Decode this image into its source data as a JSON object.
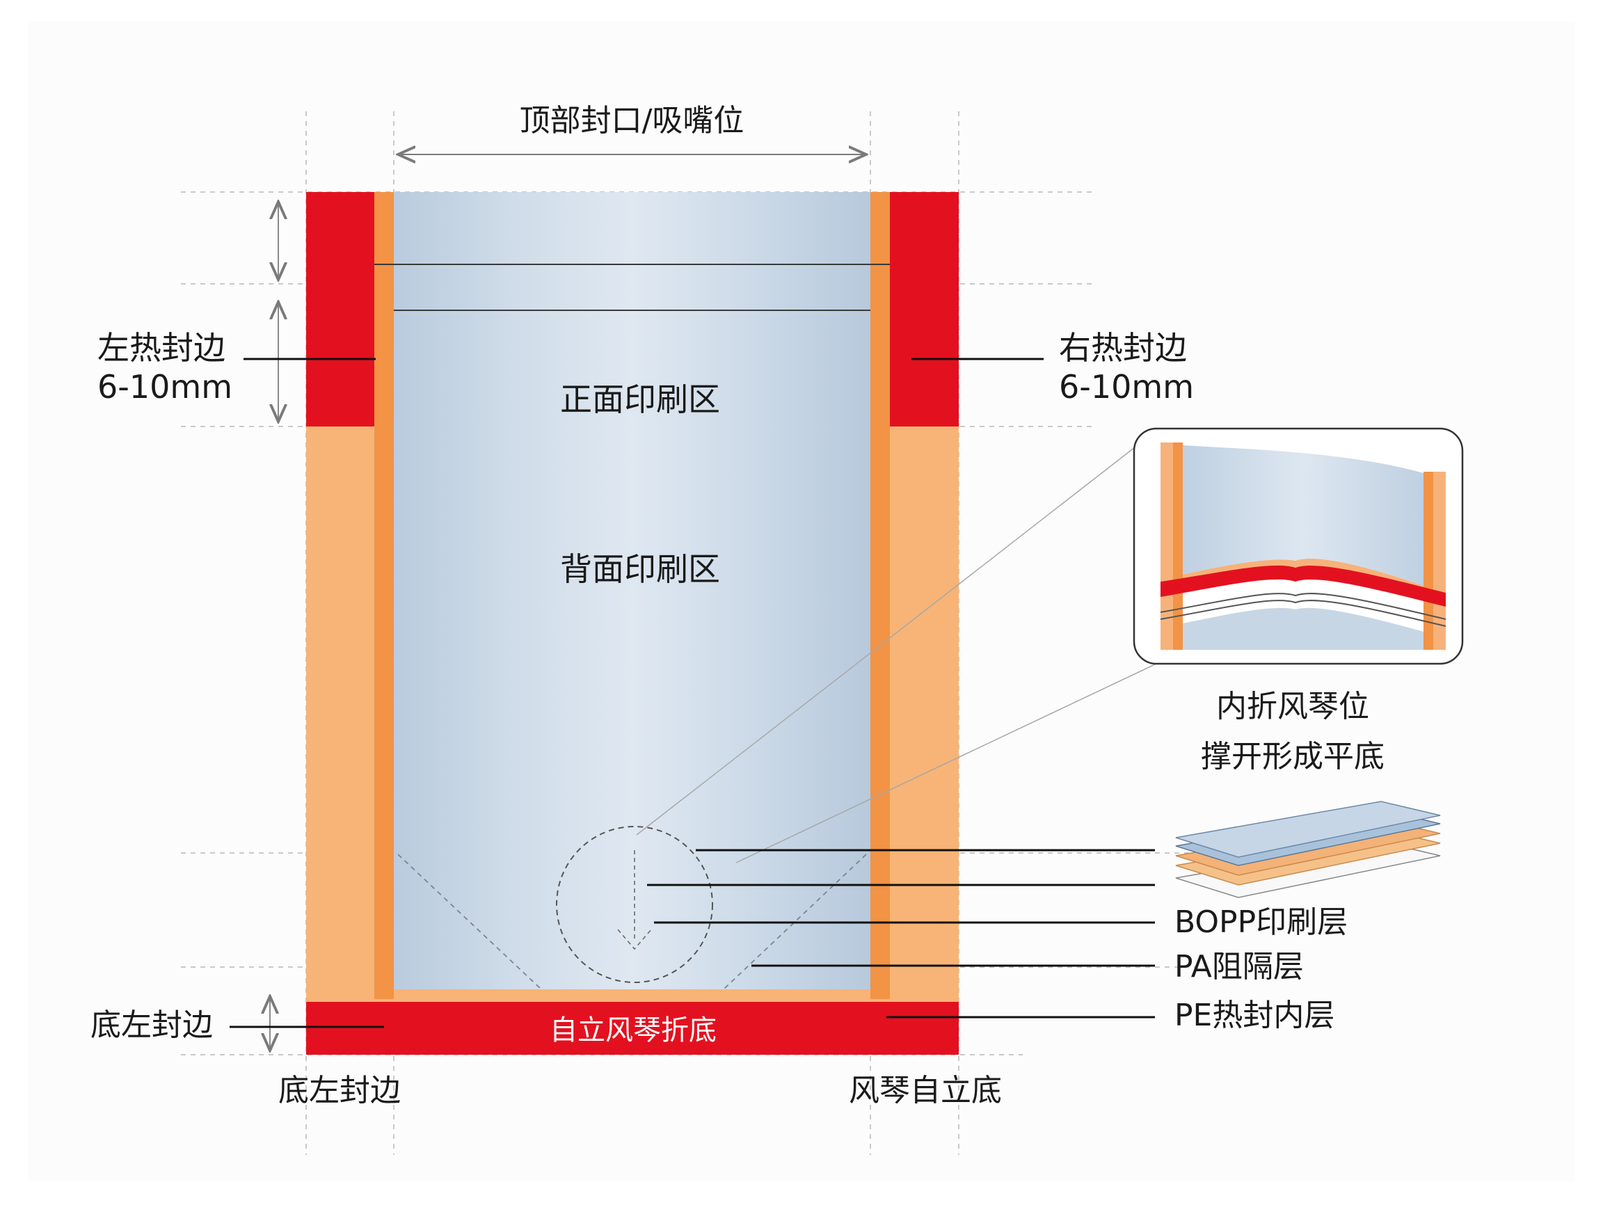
{
  "labels": {
    "top_seal": "顶部封口/吸嘴位",
    "left_seal_name": "左热封边",
    "left_seal_size": "6-10mm",
    "right_seal_name": "右热封边",
    "right_seal_size": "6-10mm",
    "front_print": "正面印刷区",
    "back_print": "背面印刷区",
    "bottom_band": "自立风琴折底",
    "bottom_left_seal": "底左封边",
    "bottom_left_caption": "底左封边",
    "bottom_right_caption": "风琴自立底",
    "gusset_line1": "内折风琴位",
    "gusset_line2": "撑开形成平底",
    "layer_bopp": "BOPP印刷层",
    "layer_pa": "PA阻隔层",
    "layer_pe": "PE热封内层"
  },
  "colors": {
    "seal_red": "#e3111f",
    "seal_orange": "#f7b476",
    "seal_orange_dark": "#f29345",
    "film_blue": "#c3d3e2",
    "film_blue_light": "#dce6f0",
    "layer_blue": "#a9c2dc",
    "layer_orange": "#f6c189"
  }
}
